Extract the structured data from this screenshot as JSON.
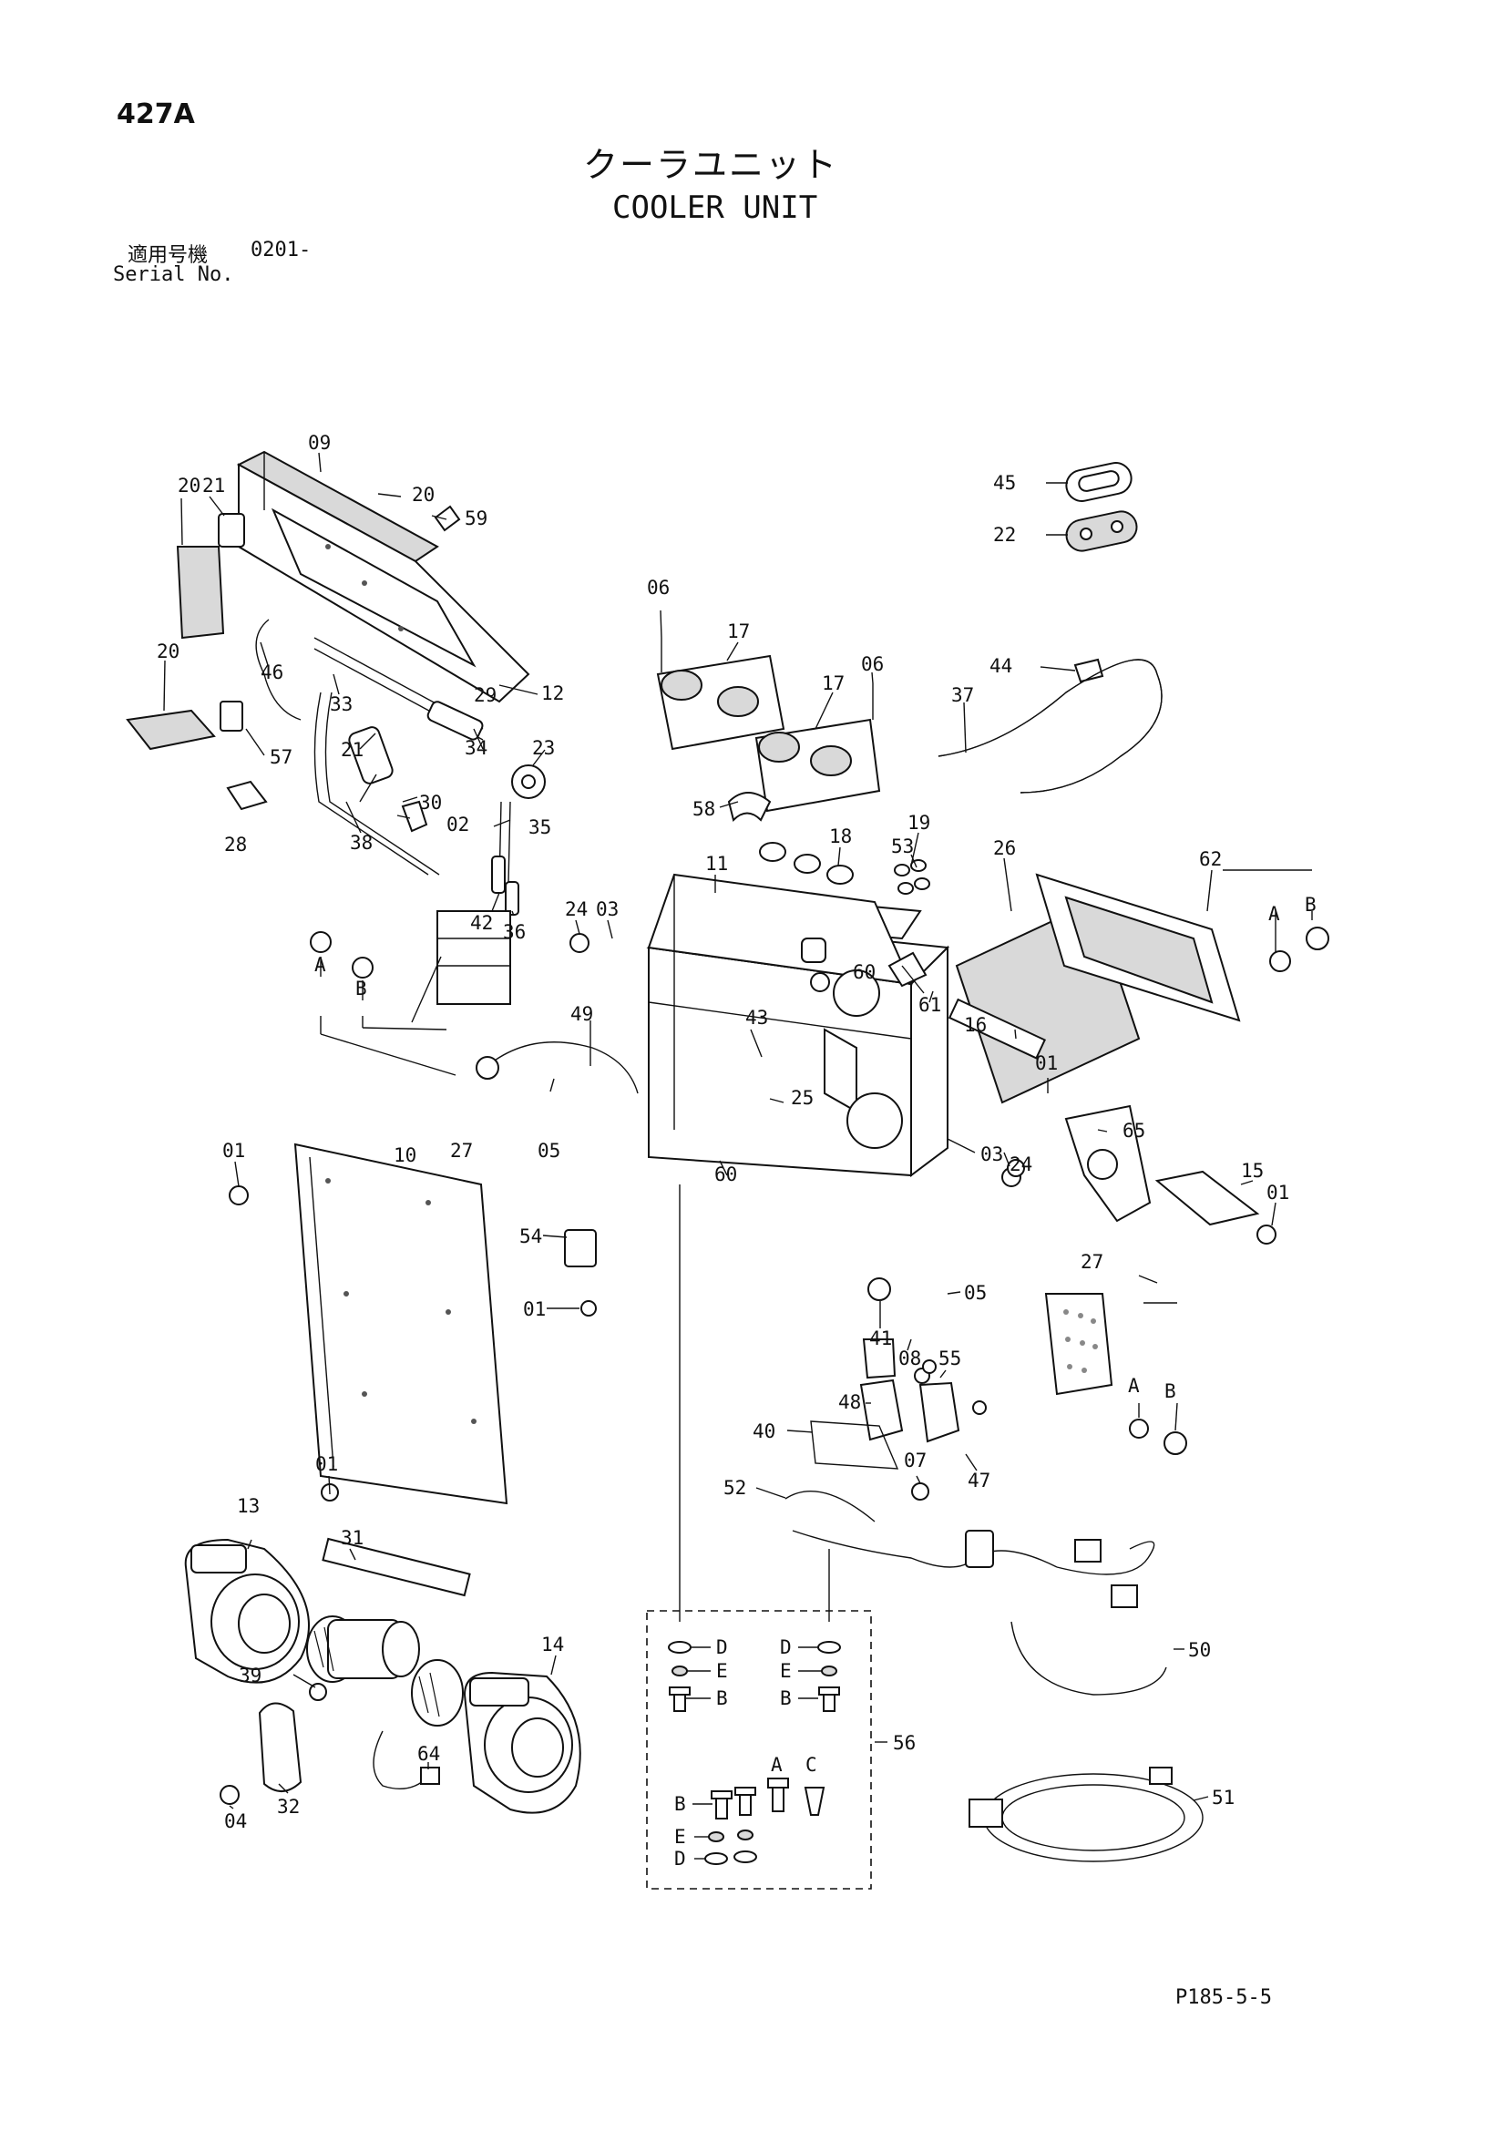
{
  "page_number": "427A",
  "title_jp": "クーラユニット",
  "title_en": "COOLER UNIT",
  "serial_label_jp": "適用号機",
  "serial_label_en": "Serial No.",
  "serial_value": "0201-",
  "page_code": "P185-5-5",
  "labels": {
    "l01a": "01",
    "l01b": "01",
    "l01c": "01",
    "l01d": "01",
    "l01e": "01",
    "l02": "02",
    "l03a": "03",
    "l03b": "03",
    "l04": "04",
    "l05a": "05",
    "l05b": "05",
    "l06a": "06",
    "l06b": "06",
    "l07": "07",
    "l08": "08",
    "l09": "09",
    "l10": "10",
    "l11": "11",
    "l12": "12",
    "l13": "13",
    "l14": "14",
    "l15": "15",
    "l16": "16",
    "l17a": "17",
    "l17b": "17",
    "l18": "18",
    "l19": "19",
    "l20a": "20",
    "l20b": "20",
    "l20c": "20",
    "l21a": "21",
    "l21b": "21",
    "l22": "22",
    "l23": "23",
    "l24a": "24",
    "l24b": "24",
    "l25": "25",
    "l26": "26",
    "l27a": "27",
    "l27b": "27",
    "l28": "28",
    "l29": "29",
    "l30": "30",
    "l31": "31",
    "l32": "32",
    "l33": "33",
    "l34": "34",
    "l35": "35",
    "l36": "36",
    "l37": "37",
    "l38": "38",
    "l39": "39",
    "l40": "40",
    "l41": "41",
    "l42": "42",
    "l43": "43",
    "l44": "44",
    "l45": "45",
    "l46": "46",
    "l47": "47",
    "l48": "48",
    "l49": "49",
    "l50": "50",
    "l51": "51",
    "l52": "52",
    "l53": "53",
    "l54": "54",
    "l55": "55",
    "l56": "56",
    "l57": "57",
    "l58": "58",
    "l59": "59",
    "l60a": "60",
    "l60b": "60",
    "l61": "61",
    "l62": "62",
    "l64": "64",
    "l65": "65",
    "la1": "A",
    "lb1": "B",
    "la2": "A",
    "lb2": "B",
    "la3": "A",
    "lb3": "B",
    "kd1": "D",
    "kd2": "D",
    "ke1": "E",
    "ke2": "E",
    "kb1": "B",
    "kb2": "B",
    "ka3": "A",
    "kc3": "C",
    "kb3": "B",
    "ke3": "E",
    "kd3": "D"
  }
}
